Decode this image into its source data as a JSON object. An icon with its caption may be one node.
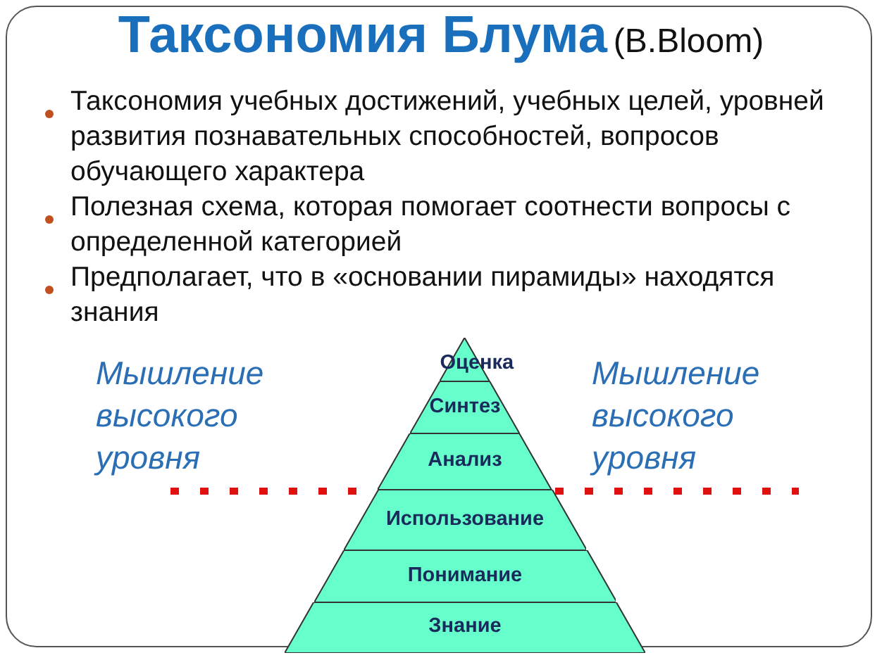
{
  "diagram": {
    "title": "Таксономия Блума",
    "nodes": [
      {
        "text": [
          "Оценка"
        ]
      },
      {
        "text": [
          "Синтез"
        ]
      },
      {
        "text": [
          "Анализ"
        ]
      },
      {
        "text": [
          "Использование"
        ]
      },
      {
        "text": [
          "Понимание"
        ]
      },
      {
        "text": [
          "Знание"
        ]
      }
    ],
    "labels": [
      "(B.Bloom)",
      "Таксономия учебных достижений, учебных целей, уровней развития познавательных способностей, вопросов обучающего характера",
      "Полезная схема, которая помогает соотнести вопросы с определенной категорией",
      "Предполагает, что в «основании пирамиды» находятся знания",
      "Мышление высокого уровня",
      "Мышление высокого уровня"
    ]
  }
}
